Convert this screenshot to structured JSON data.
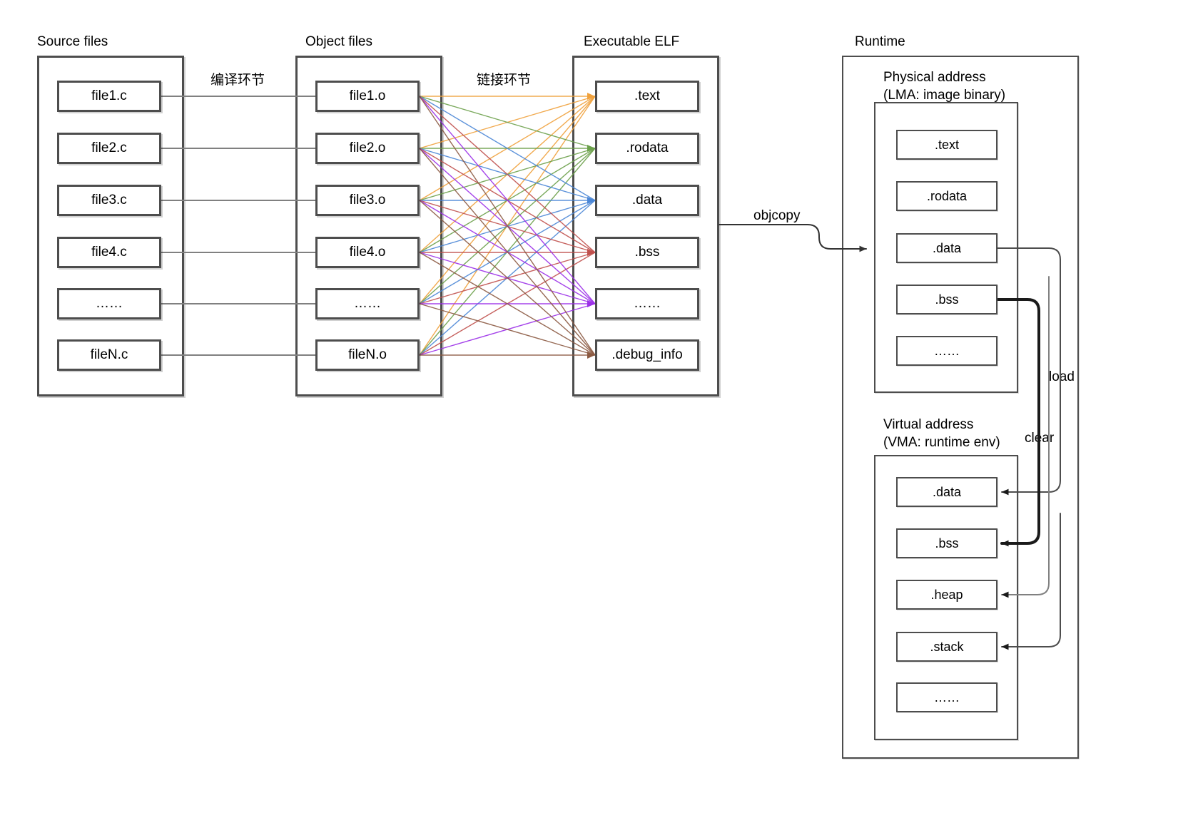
{
  "diagram": {
    "title_source": "Source files",
    "title_object": "Object files",
    "title_elf": "Executable ELF",
    "title_runtime": "Runtime",
    "stage_compile": "编译环节",
    "stage_link": "链接环节",
    "objcopy": "objcopy",
    "load": "load",
    "clear": "clear",
    "lma_caption": "Physical address\n(LMA: image binary)",
    "vma_caption": "Virtual address\n(VMA: runtime env)"
  },
  "source_files": [
    {
      "label": "file1.c"
    },
    {
      "label": "file2.c"
    },
    {
      "label": "file3.c"
    },
    {
      "label": "file4.c"
    },
    {
      "label": "……"
    },
    {
      "label": "fileN.c"
    }
  ],
  "object_files": [
    {
      "label": "file1.o"
    },
    {
      "label": "file2.o"
    },
    {
      "label": "file3.o"
    },
    {
      "label": "file4.o"
    },
    {
      "label": "……"
    },
    {
      "label": "fileN.o"
    }
  ],
  "elf_sections": [
    {
      "label": ".text",
      "color": "#f0a13c"
    },
    {
      "label": ".rodata",
      "color": "#6ba04a"
    },
    {
      "label": ".data",
      "color": "#4a86d6"
    },
    {
      "label": ".bss",
      "color": "#c0504d"
    },
    {
      "label": "……",
      "color": "#9b30e8"
    },
    {
      "label": ".debug_info",
      "color": "#8c5a42"
    }
  ],
  "lma_sections": [
    {
      "label": ".text"
    },
    {
      "label": ".rodata"
    },
    {
      "label": ".data"
    },
    {
      "label": ".bss"
    },
    {
      "label": "……"
    }
  ],
  "vma_sections": [
    {
      "label": ".data"
    },
    {
      "label": ".bss"
    },
    {
      "label": ".heap"
    },
    {
      "label": ".stack"
    },
    {
      "label": "……"
    }
  ],
  "colors": {
    "box_stroke": "#4d4d4d",
    "wire_plain": "#808080",
    "arrow_dark": "#333333",
    "thick_arrow": "#1a1a1a",
    "background": "#ffffff"
  }
}
